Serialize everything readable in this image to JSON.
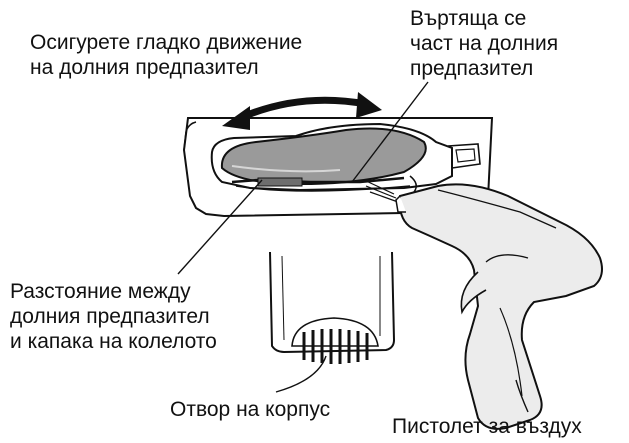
{
  "labels": {
    "smooth_motion": [
      "Осигурете гладко движение",
      "на долния предпазител"
    ],
    "rotating_part": [
      "Въртяща се",
      "част на долния",
      "предпазител"
    ],
    "gap": [
      "Разстояние между",
      "долния предпазител",
      "и капака на колелото"
    ],
    "housing_hole": "Отвор на корпус",
    "air_gun": "Пистолет за въздух"
  },
  "colors": {
    "ink": "#111111",
    "guard_fill": "#9a9a9a",
    "gun_fill": "#ececec",
    "background": "#ffffff"
  },
  "icons": [
    "double-arrow-icon"
  ]
}
